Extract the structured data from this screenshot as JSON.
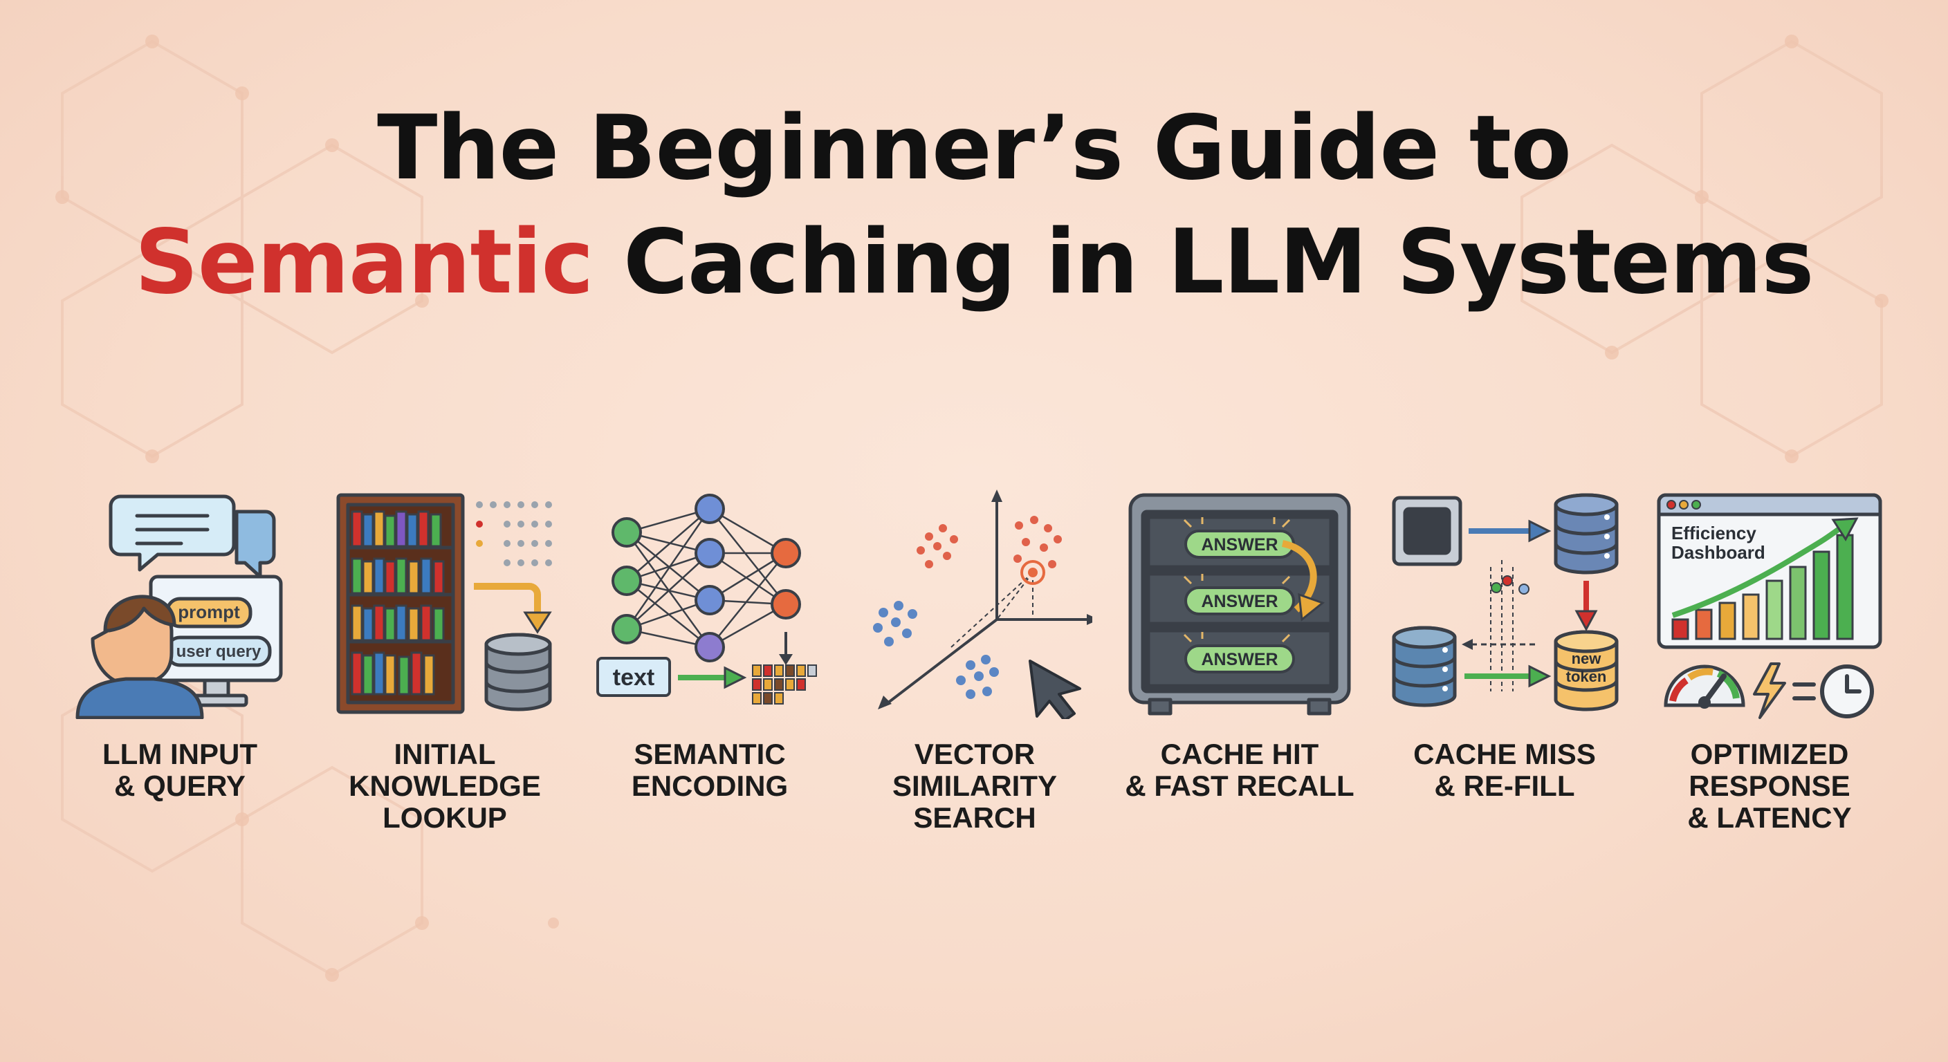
{
  "title": {
    "line1": "The Beginner’s Guide to",
    "line2_accent": "Semantic",
    "line2_rest": " Caching in LLM Systems"
  },
  "colors": {
    "accent": "#d0312d",
    "background": "#f9e1d2",
    "stroke": "#3a3f47"
  },
  "steps": [
    {
      "label_lines": [
        "LLM INPUT",
        "& QUERY"
      ],
      "icon": "user-query-icon",
      "chips": [
        "prompt",
        "user query"
      ]
    },
    {
      "label_lines": [
        "INITIAL",
        "KNOWLEDGE",
        "LOOKUP"
      ],
      "icon": "bookshelf-database-icon"
    },
    {
      "label_lines": [
        "SEMANTIC",
        "ENCODING"
      ],
      "icon": "neural-network-icon",
      "chip": "text"
    },
    {
      "label_lines": [
        "VECTOR",
        "SIMILARITY",
        "SEARCH"
      ],
      "icon": "vector-space-icon"
    },
    {
      "label_lines": [
        "CACHE HIT",
        "& FAST RECALL"
      ],
      "icon": "cache-cabinet-icon",
      "answers": [
        "ANSWER",
        "ANSWER",
        "ANSWER"
      ]
    },
    {
      "label_lines": [
        "CACHE MISS",
        "& RE-FILL"
      ],
      "icon": "cache-refill-icon",
      "token_line1": "new",
      "token_line2": "token"
    },
    {
      "label_lines": [
        "OPTIMIZED",
        "RESPONSE",
        "& LATENCY"
      ],
      "icon": "efficiency-dashboard-icon",
      "dashboard_line1": "Efficiency",
      "dashboard_line2": "Dashboard"
    }
  ]
}
